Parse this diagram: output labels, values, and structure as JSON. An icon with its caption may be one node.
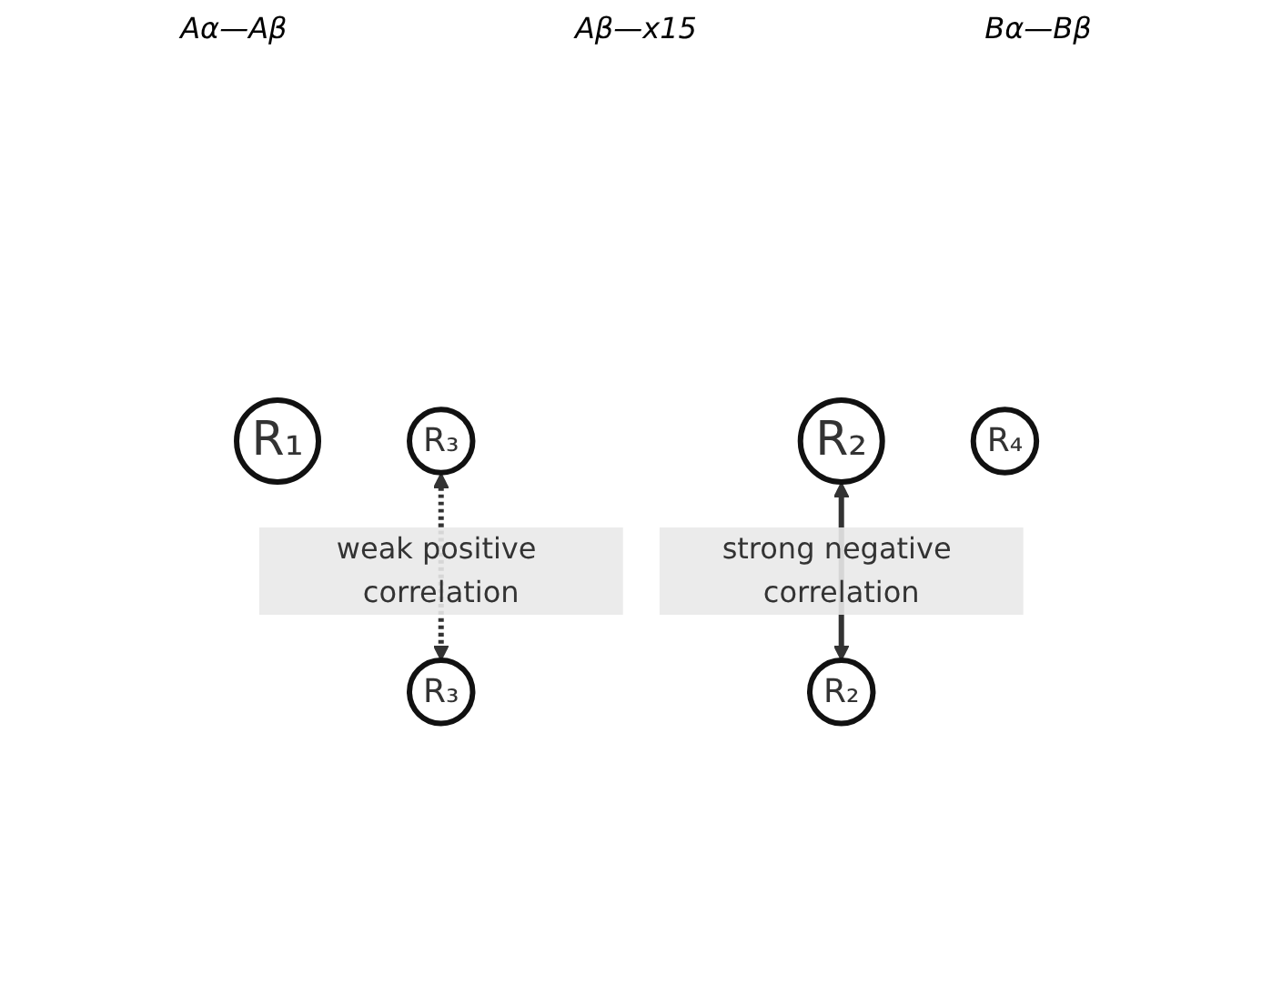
{
  "diagram": {
    "nodes": [
      {
        "text": [
          "R₁"
        ]
      },
      {
        "text": [
          "R₃"
        ]
      },
      {
        "text": [
          "R₃"
        ]
      },
      {
        "text": [
          "R₂"
        ]
      },
      {
        "text": [
          "R₄"
        ]
      },
      {
        "text": [
          "R₂"
        ]
      }
    ],
    "edges": [
      {
        "from": 1,
        "to": 2,
        "arrow": "both",
        "style": "dashed",
        "label": "weak positive correlation"
      },
      {
        "from": 3,
        "to": 5,
        "arrow": "both",
        "label": "strong negative correlation"
      }
    ],
    "labels": [
      "Aα—Aβ",
      "Aβ—x15",
      "Bα—Bβ"
    ]
  }
}
